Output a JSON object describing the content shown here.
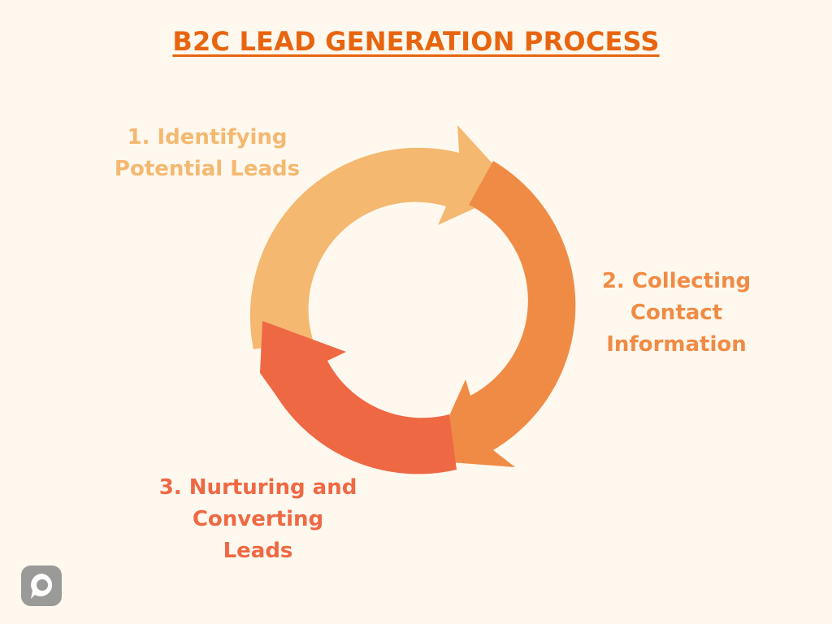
{
  "title": "B2C LEAD GENERATION PROCESS",
  "steps": [
    {
      "lines": [
        "1. Identifying",
        "Potential Leads"
      ],
      "color": "#f4b870"
    },
    {
      "lines": [
        "2. Collecting",
        "Contact",
        "Information"
      ],
      "color": "#f08b45"
    },
    {
      "lines": [
        "3. Nurturing and",
        "Converting",
        "Leads"
      ],
      "color": "#ef6844"
    }
  ],
  "logo": {
    "icon": "brand-logo-icon",
    "color": "#9a9a98"
  }
}
